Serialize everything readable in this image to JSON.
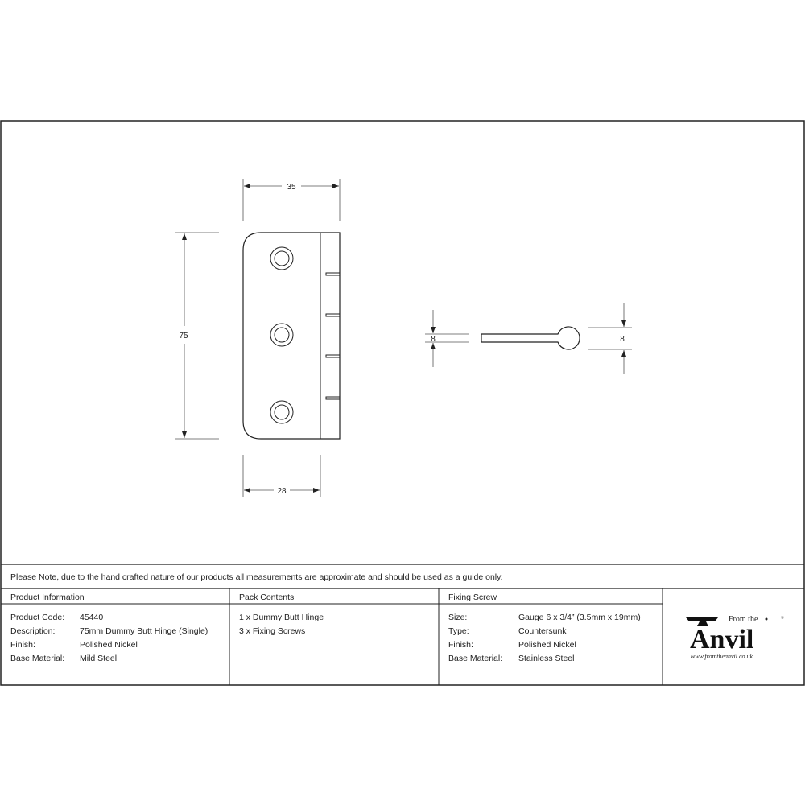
{
  "drawing": {
    "dimensions": {
      "width_top": "35",
      "height": "75",
      "leaf_width": "28",
      "thickness_left": "8",
      "knuckle_diameter": "8"
    }
  },
  "note": "Please Note, due to the hand crafted nature of our products all measurements are approximate and should be used as a guide only.",
  "product_information": {
    "heading": "Product Information",
    "rows": [
      {
        "label": "Product Code:",
        "value": "45440"
      },
      {
        "label": "Description:",
        "value": "75mm Dummy Butt Hinge (Single)"
      },
      {
        "label": "Finish:",
        "value": "Polished Nickel"
      },
      {
        "label": "Base Material:",
        "value": "Mild Steel"
      }
    ]
  },
  "pack_contents": {
    "heading": "Pack Contents",
    "items": [
      "1 x Dummy Butt Hinge",
      "3 x Fixing Screws"
    ]
  },
  "fixing_screw": {
    "heading": "Fixing Screw",
    "rows": [
      {
        "label": "Size:",
        "value": "Gauge 6 x 3/4” (3.5mm x 19mm)"
      },
      {
        "label": "Type:",
        "value": "Countersunk"
      },
      {
        "label": "Finish:",
        "value": "Polished Nickel"
      },
      {
        "label": "Base Material:",
        "value": "Stainless Steel"
      }
    ]
  },
  "logo": {
    "top": "From the",
    "main": "Anvil",
    "url": "www.fromtheanvil.co.uk"
  }
}
